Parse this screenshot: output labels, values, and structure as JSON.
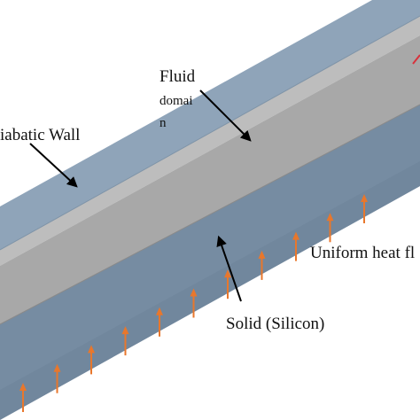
{
  "labels": {
    "adiabatic_wall": "iabatic Wall",
    "fluid_line1": "Fluid",
    "fluid_line2": "domai",
    "fluid_line3": "n",
    "heat_flux": "Uniform heat fl",
    "solid": "Solid (Silicon)"
  },
  "colors": {
    "background": "#ffffff",
    "top_wall": "#8fa4b9",
    "top_wall_edge": "#7f94a8",
    "fluid_strip": "#b9b9b9",
    "fluid_front": "#a9a9a9",
    "solid_front": "#768ca2",
    "solid_dark_band": "#6a8096",
    "arrow_orange": "#e8772c",
    "pointer_black": "#000000",
    "accent_red": "#d8323c"
  },
  "heat_flux_arrow_count": 11
}
